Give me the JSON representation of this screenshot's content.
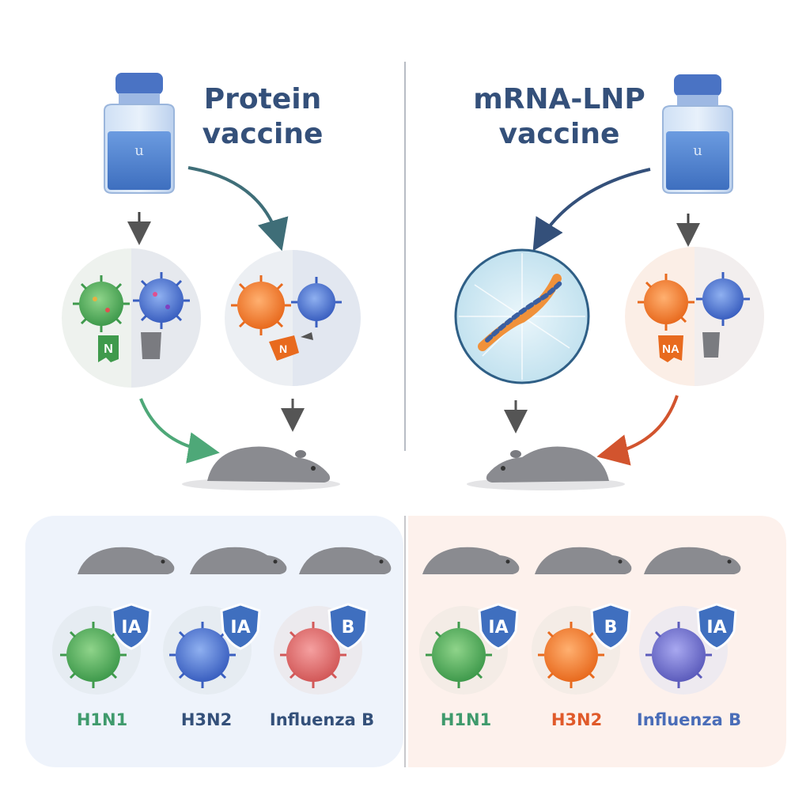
{
  "titles": {
    "left": [
      "Protein",
      "vaccine"
    ],
    "right": [
      "mRNA-LNP",
      "vaccine"
    ]
  },
  "colors": {
    "navy_text": "#34507a",
    "green": "#3f9a6c",
    "orange": "#e8733a",
    "blue": "#4a6db8",
    "red": "#d95a5a",
    "rodent": "#8a8b90",
    "left_panel": "#eef3fb",
    "right_panel": "#fdf1ec"
  },
  "left_bottom": {
    "strains": [
      {
        "label": "H1N1",
        "badge": "IA",
        "color": "#3f9a6c"
      },
      {
        "label": "H3N2",
        "badge": "IA",
        "color": "#34507a"
      },
      {
        "label": "Influenza B",
        "badge": "B",
        "color": "#34507a"
      }
    ]
  },
  "right_bottom": {
    "strains": [
      {
        "label": "H1N1",
        "badge": "IA",
        "color": "#3f9a6c"
      },
      {
        "label": "H3N2",
        "badge": "B",
        "color": "#e05a2a"
      },
      {
        "label": "Influenza B",
        "badge": "IA",
        "color": "#4a6db8"
      }
    ]
  },
  "antigen_labels": {
    "left_a": "N",
    "left_b": "N",
    "right_b": "NA"
  },
  "vial_labels": {
    "left": "u",
    "right": "u"
  }
}
